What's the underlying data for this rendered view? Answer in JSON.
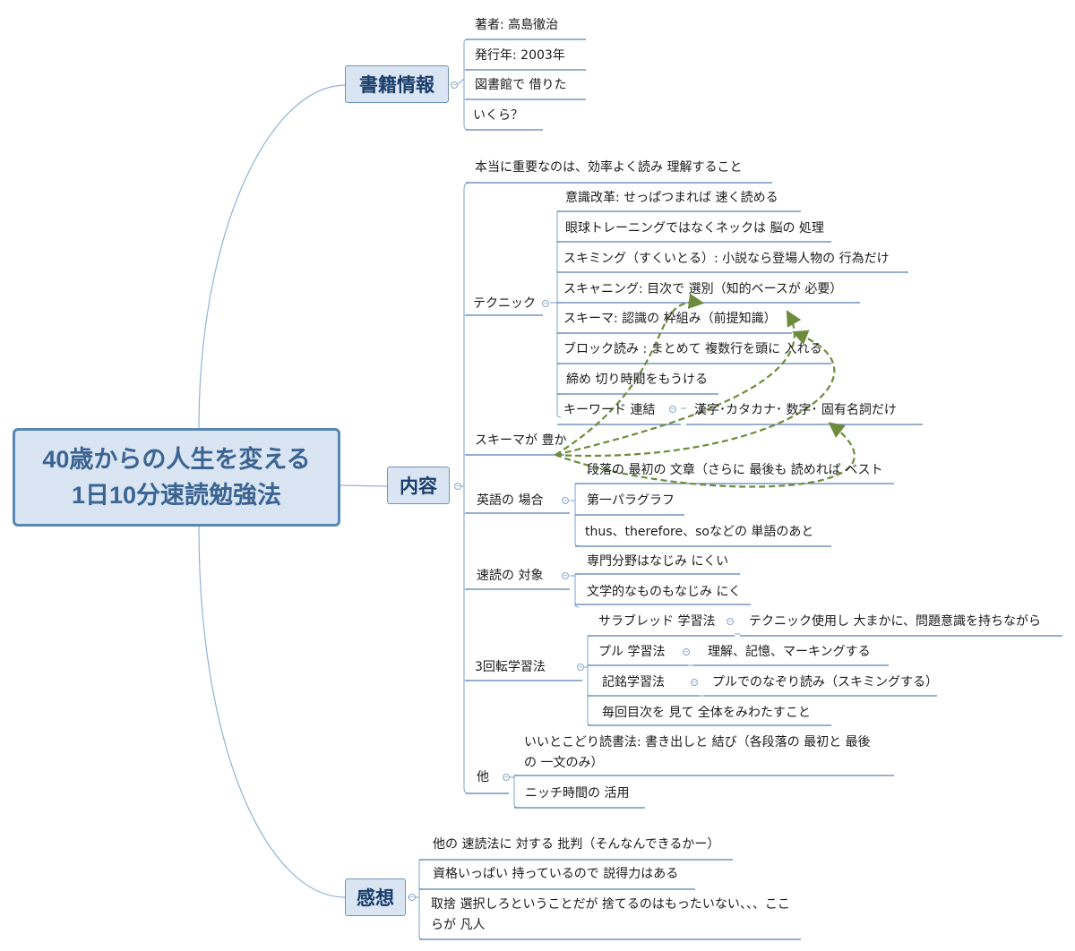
{
  "root": {
    "line1": "40歳からの人生を変える",
    "line2": "1日10分速読勉強法"
  },
  "branches": {
    "book_info": {
      "label": "書籍情報",
      "items": [
        "著者: 高島徹治",
        "発行年: 2003年",
        "図書館で 借りた",
        "いくら？"
      ]
    },
    "contents": {
      "label": "内容",
      "main_point": "本当に重要なのは、効率よく読み 理解すること",
      "technique": {
        "label": "テクニック",
        "items": [
          "意識改革: せっぱつまれば 速く読める",
          "眼球トレーニングではなくネックは 脳の 処理",
          "スキミング（すくいとる）: 小説なら登場人物の 行為だけ",
          "スキャニング: 目次で 選別（知的ベースが 必要）",
          "スキーマ: 認識の 枠組み（前提知識）",
          "ブロック読み : まとめて 複数行を頭に 入れる",
          "締め 切り時間をもうける",
          "キーワード 連結"
        ],
        "keyword_child": "漢字･カタカナ･ 数字･ 固有名詞だけ"
      },
      "schema_rich": "スキーマが 豊か",
      "english": {
        "label": "英語の 場合",
        "items": [
          "段落の 最初の 文章（さらに 最後も 読めれば ベスト",
          "第一パラグラフ",
          "thus、therefore、soなどの 単語のあと"
        ]
      },
      "targets": {
        "label": "速読の 対象",
        "items": [
          "専門分野はなじみ にくい",
          "文学的なものもなじみ にく"
        ]
      },
      "three_rounds": {
        "label": "3回転学習法",
        "methods": [
          {
            "name": "サラブレッド 学習法",
            "desc": "テクニック使用し 大まかに、問題意識を持ちながら"
          },
          {
            "name": "プル 学習法",
            "desc": "理解、記憶、マーキングする"
          },
          {
            "name": "記銘学習法",
            "desc": "プルでのなぞり読み（スキミングする）"
          }
        ],
        "note": "毎回目次を 見て 全体をみわたすこと"
      },
      "other": {
        "label": "他",
        "item1_line1": "いいとこどり読書法: 書き出しと 結び（各段落の 最初と 最後",
        "item1_line2": "の 一文のみ）",
        "item2": "ニッチ時間の 活用"
      }
    },
    "impressions": {
      "label": "感想",
      "items": [
        "他の 速読法に 対する 批判（そんなんできるかー）",
        "資格いっぱい 持っているので 説得力はある"
      ],
      "item3_line1": "取捨 選択しろということだが 捨てるのはもったいない、、、ここ",
      "item3_line2": "らが 凡人"
    }
  },
  "colors": {
    "connector": "#93b1d6",
    "underline": "#5b7fb0",
    "relation_arrow": "#6e8b3d",
    "branch_fill": "#d9e5f3",
    "root_border": "#5a86b3"
  }
}
